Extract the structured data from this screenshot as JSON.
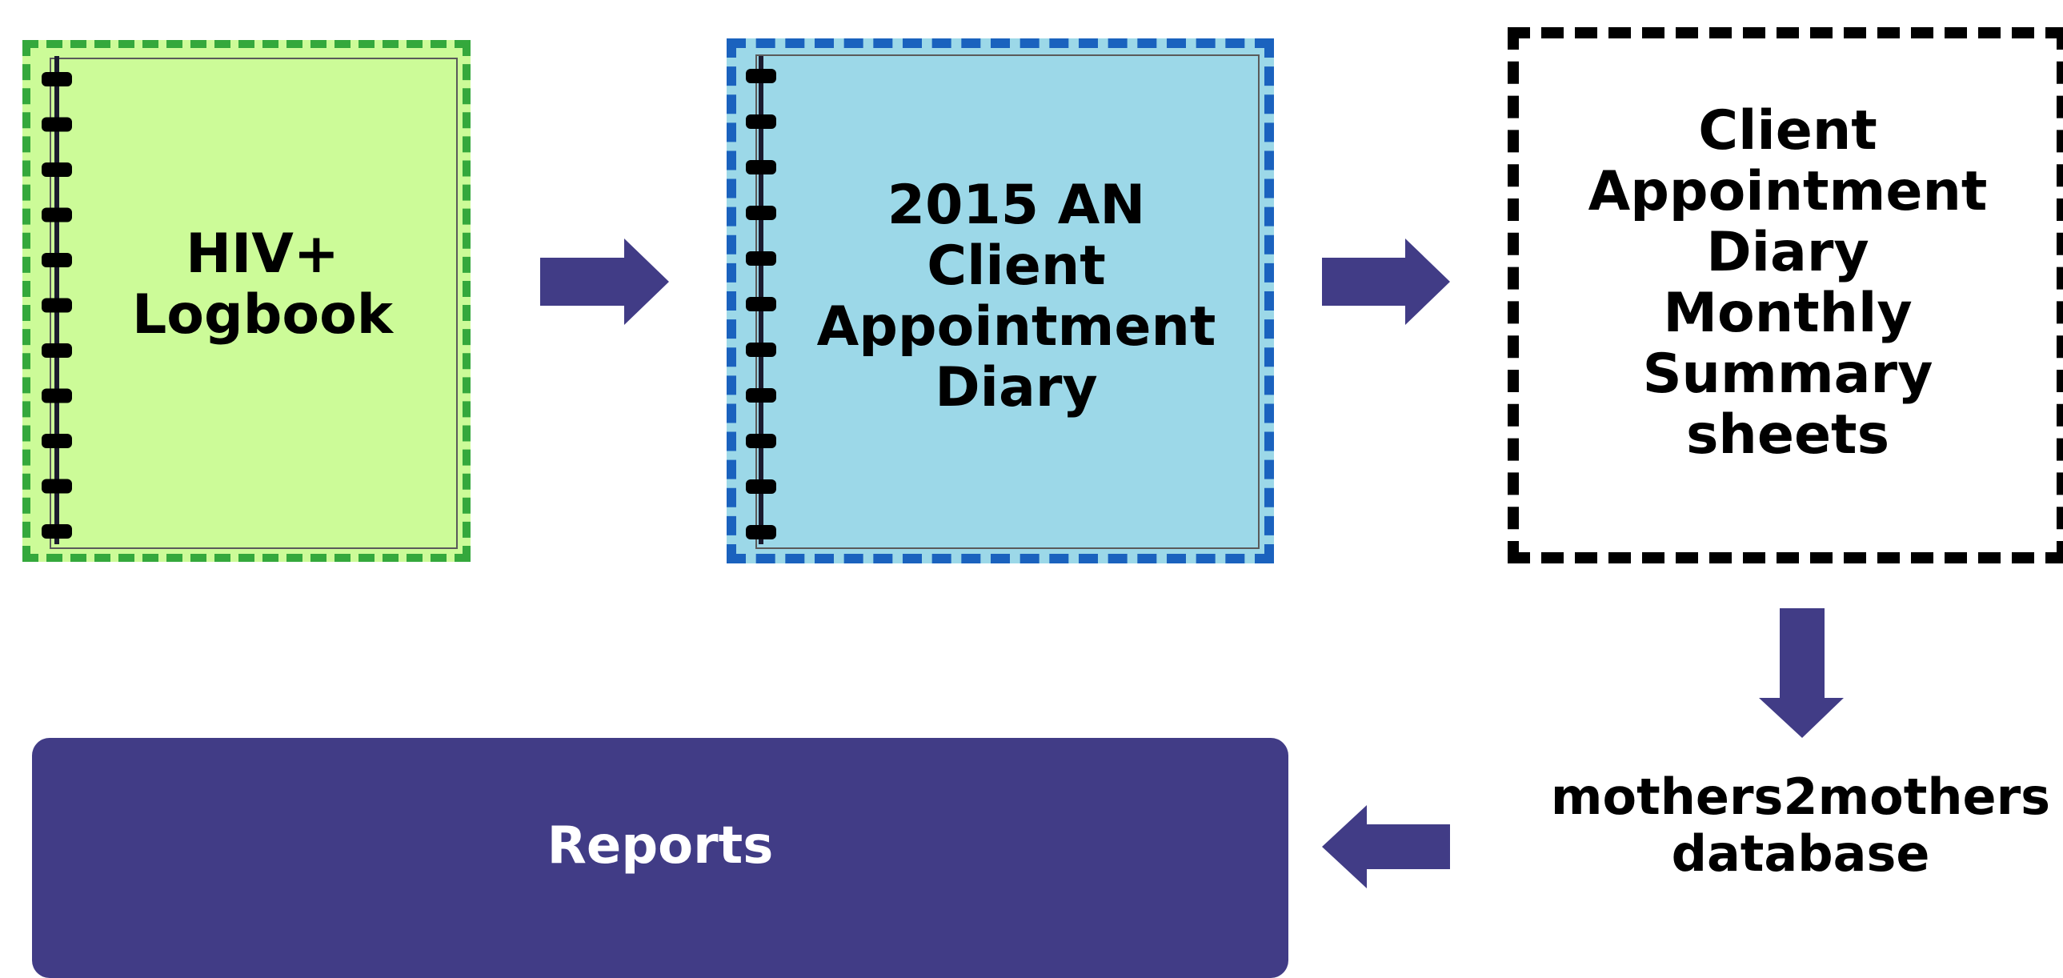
{
  "colors": {
    "logbook_fill": "#ccfb98",
    "logbook_border": "#34a83c",
    "diary_fill": "#9cd8e8",
    "diary_border": "#1a62be",
    "summary_border": "#000000",
    "arrow": "#413c86",
    "reports_fill": "#413c86"
  },
  "nodes": {
    "logbook": {
      "label": "HIV+\nLogbook",
      "icon": "spiral-notebook-icon"
    },
    "diary": {
      "label": "2015 AN\nClient\nAppointment\nDiary",
      "icon": "spiral-notebook-icon"
    },
    "summary": {
      "label": "Client\nAppointment\nDiary\nMonthly\nSummary\nsheets"
    },
    "database": {
      "label": "mothers2mothers\ndatabase"
    },
    "reports": {
      "label": "Reports"
    }
  },
  "edges": [
    {
      "from": "logbook",
      "to": "diary"
    },
    {
      "from": "diary",
      "to": "summary"
    },
    {
      "from": "summary",
      "to": "database"
    },
    {
      "from": "database",
      "to": "reports"
    }
  ]
}
